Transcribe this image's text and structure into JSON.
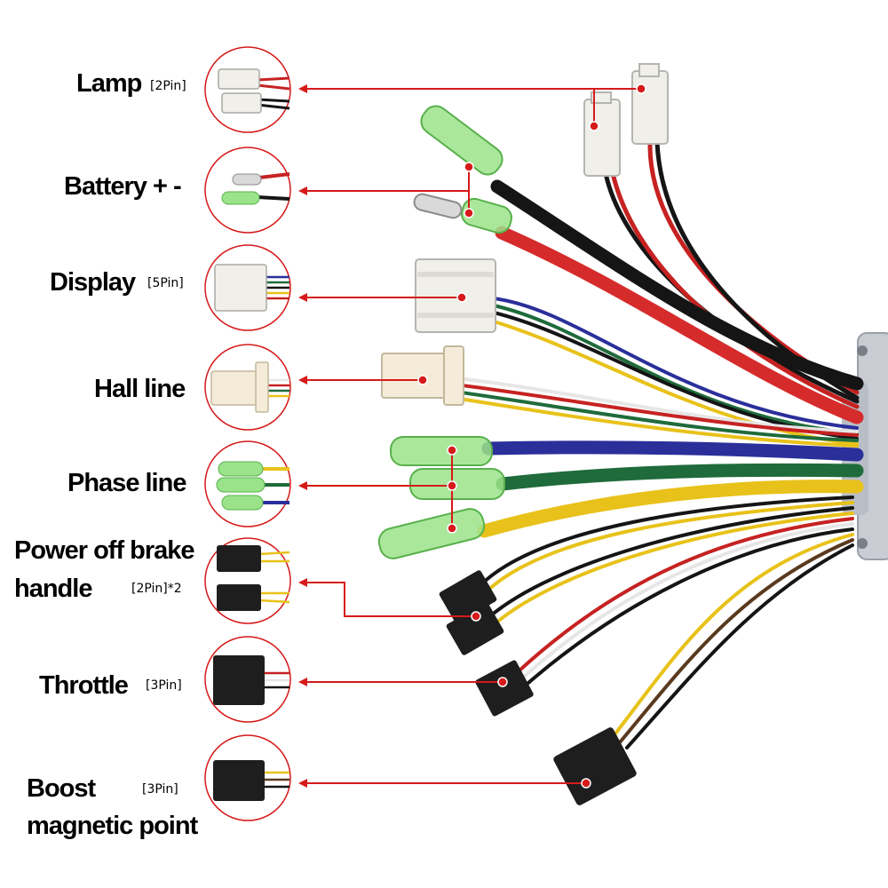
{
  "colors": {
    "callout_red": "#d61a1a",
    "connector_white": "#f0efea",
    "connector_green": "#9be38a",
    "connector_black": "#1e1e1e",
    "housing_gray": "#c9cdd3",
    "wire_red": "#d62b2b",
    "wire_black": "#151515",
    "wire_blue": "#2a2f9a",
    "wire_green": "#1f6b3b",
    "wire_yellow": "#e8c21a"
  },
  "items": [
    {
      "id": "lamp",
      "label_lines": [
        "Lamp"
      ],
      "pins": "[2Pin]",
      "icon": "white-2pin-connector-icon"
    },
    {
      "id": "battery",
      "label_lines": [
        "Battery + -"
      ],
      "pins": "",
      "icon": "green-bullet-terminal-icon"
    },
    {
      "id": "display",
      "label_lines": [
        "Display"
      ],
      "pins": "[5Pin]",
      "icon": "white-5pin-connector-icon"
    },
    {
      "id": "hall",
      "label_lines": [
        "Hall line"
      ],
      "pins": "",
      "icon": "white-hall-connector-icon"
    },
    {
      "id": "phase",
      "label_lines": [
        "Phase line"
      ],
      "pins": "",
      "icon": "green-phase-terminal-icon"
    },
    {
      "id": "brake",
      "label_lines": [
        "Power off brake",
        "handle"
      ],
      "pins": "[2Pin]*2",
      "icon": "black-2pin-connector-icon"
    },
    {
      "id": "throttle",
      "label_lines": [
        "Throttle"
      ],
      "pins": "[3Pin]",
      "icon": "black-3pin-connector-icon"
    },
    {
      "id": "boost",
      "label_lines": [
        "Boost",
        "magnetic point"
      ],
      "pins": "[3Pin]",
      "icon": "black-3pin-connector-icon"
    }
  ]
}
